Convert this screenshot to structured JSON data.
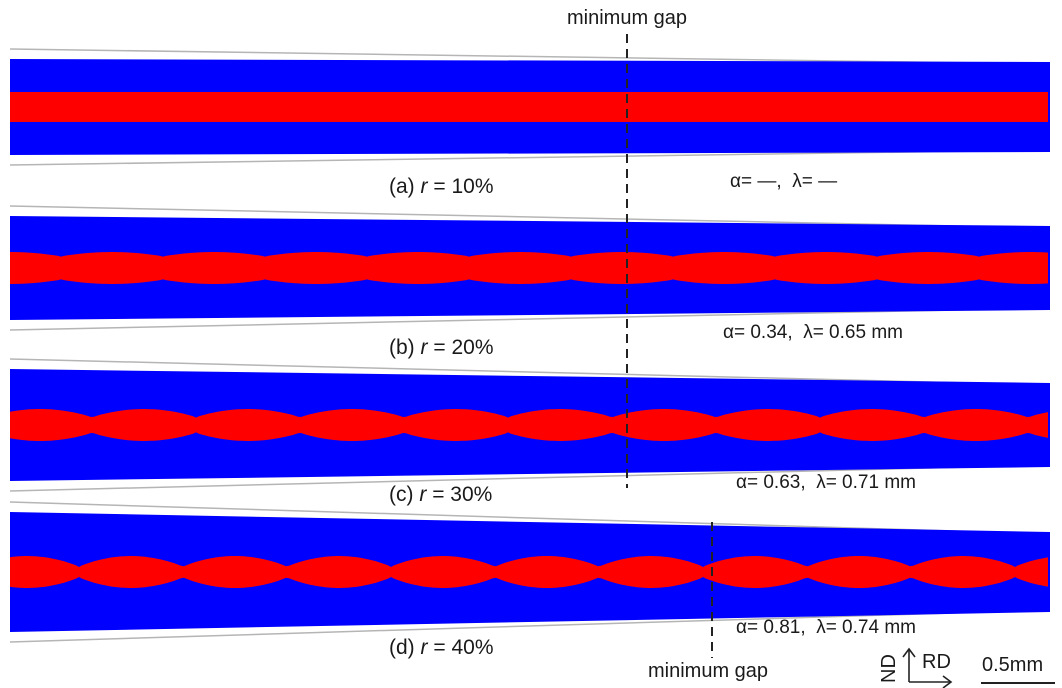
{
  "colors": {
    "outer_layer": "#0000ff",
    "inner_layer": "#ff0000",
    "roll_edge": "#b5b5b5",
    "guide_line": "#222222"
  },
  "top_label": "minimum gap",
  "bottom_label": "minimum gap",
  "panels": [
    {
      "id": "a",
      "prefix": "(a)",
      "var": "r",
      "eq": "= 10%",
      "alpha_text": "α= —,",
      "lambda_text": "λ= —",
      "amplitude": 0,
      "wavelength_mm": null
    },
    {
      "id": "b",
      "prefix": "(b)",
      "var": "r",
      "eq": "= 20%",
      "alpha_text": "α= 0.34,",
      "lambda_text": "λ= 0.65 mm",
      "amplitude": 0.34,
      "wavelength_mm": 0.65
    },
    {
      "id": "c",
      "prefix": "(c)",
      "var": "r",
      "eq": "= 30%",
      "alpha_text": "α= 0.63,",
      "lambda_text": "λ= 0.71 mm",
      "amplitude": 0.63,
      "wavelength_mm": 0.71
    },
    {
      "id": "d",
      "prefix": "(d)",
      "var": "r",
      "eq": "= 40%",
      "alpha_text": "α= 0.81,",
      "lambda_text": "λ= 0.74 mm",
      "amplitude": 0.81,
      "wavelength_mm": 0.74
    }
  ],
  "axes": {
    "nd": "ND",
    "rd": "RD"
  },
  "scale_bar": {
    "label": "0.5mm"
  }
}
